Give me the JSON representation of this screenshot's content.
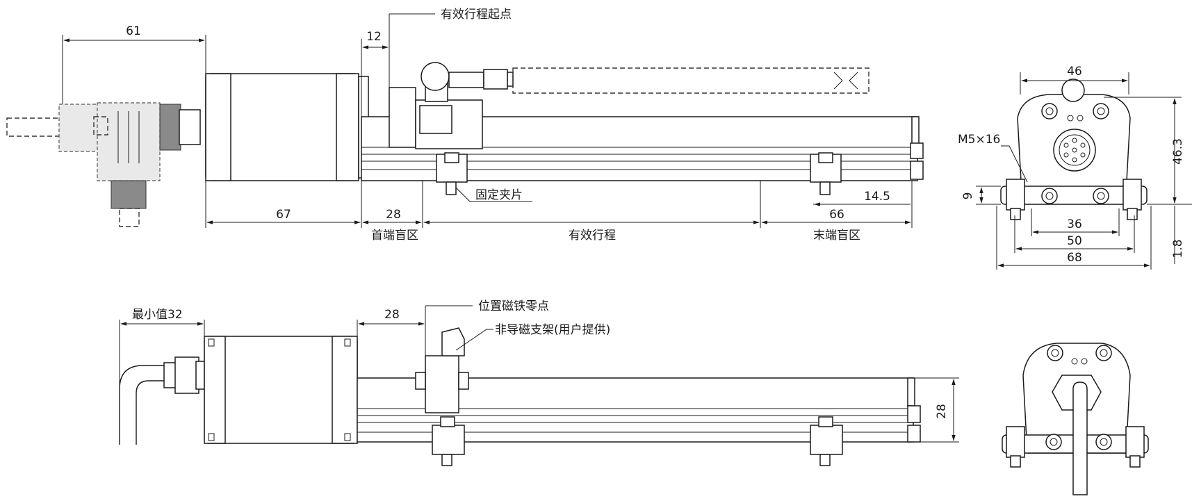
{
  "dimensions": {
    "d61": "61",
    "d12": "12",
    "d67": "67",
    "d28_top": "28",
    "d66": "66",
    "d14_5": "14.5",
    "d46": "46",
    "d46_3": "46.3",
    "d9": "9",
    "d36": "36",
    "d50": "50",
    "d68": "68",
    "d1_8": "1.8",
    "d32": "最小值32",
    "d28_bottom": "28",
    "d28_right": "28"
  },
  "labels": {
    "stroke_start": "有效行程起点",
    "clip": "固定夹片",
    "head_dead_zone": "首端盲区",
    "effective_stroke": "有效行程",
    "tail_dead_zone": "末端盲区",
    "screw": "M5×16",
    "magnet_zero": "位置磁铁零点",
    "bracket": "非导磁支架(用户提供)"
  }
}
